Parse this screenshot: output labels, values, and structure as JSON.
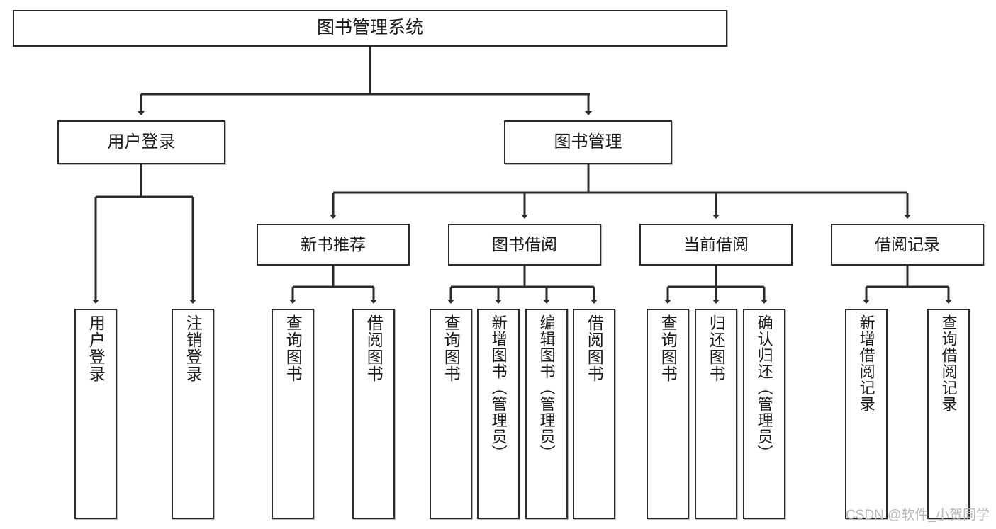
{
  "diagram": {
    "type": "tree-hierarchy",
    "title": "图书管理系统",
    "watermark": "CSDN @软件_小贺同学",
    "colors": {
      "stroke": "#2b2b2b",
      "fill": "#ffffff",
      "text": "#1b1b1b",
      "watermark": "#b9b9b9"
    },
    "nodes": {
      "root": {
        "label": "图书管理系统"
      },
      "level2": [
        {
          "label": "用户登录"
        },
        {
          "label": "图书管理"
        }
      ],
      "level3": [
        {
          "label": "新书推荐"
        },
        {
          "label": "图书借阅"
        },
        {
          "label": "当前借阅"
        },
        {
          "label": "借阅记录"
        }
      ],
      "leaves": {
        "user_login": [
          {
            "label": "用户登录"
          },
          {
            "label": "注销登录"
          }
        ],
        "new_book_recommend": [
          {
            "label": "查询图书"
          },
          {
            "label": "借阅图书"
          }
        ],
        "book_borrow": [
          {
            "label": "查询图书"
          },
          {
            "label": "新增图书（管理员）"
          },
          {
            "label": "编辑图书（管理员）"
          },
          {
            "label": "借阅图书"
          }
        ],
        "current_borrow": [
          {
            "label": "查询图书"
          },
          {
            "label": "归还图书"
          },
          {
            "label": "确认归还（管理员）"
          }
        ],
        "borrow_records": [
          {
            "label": "新增借阅记录"
          },
          {
            "label": "查询借阅记录"
          }
        ]
      }
    }
  }
}
